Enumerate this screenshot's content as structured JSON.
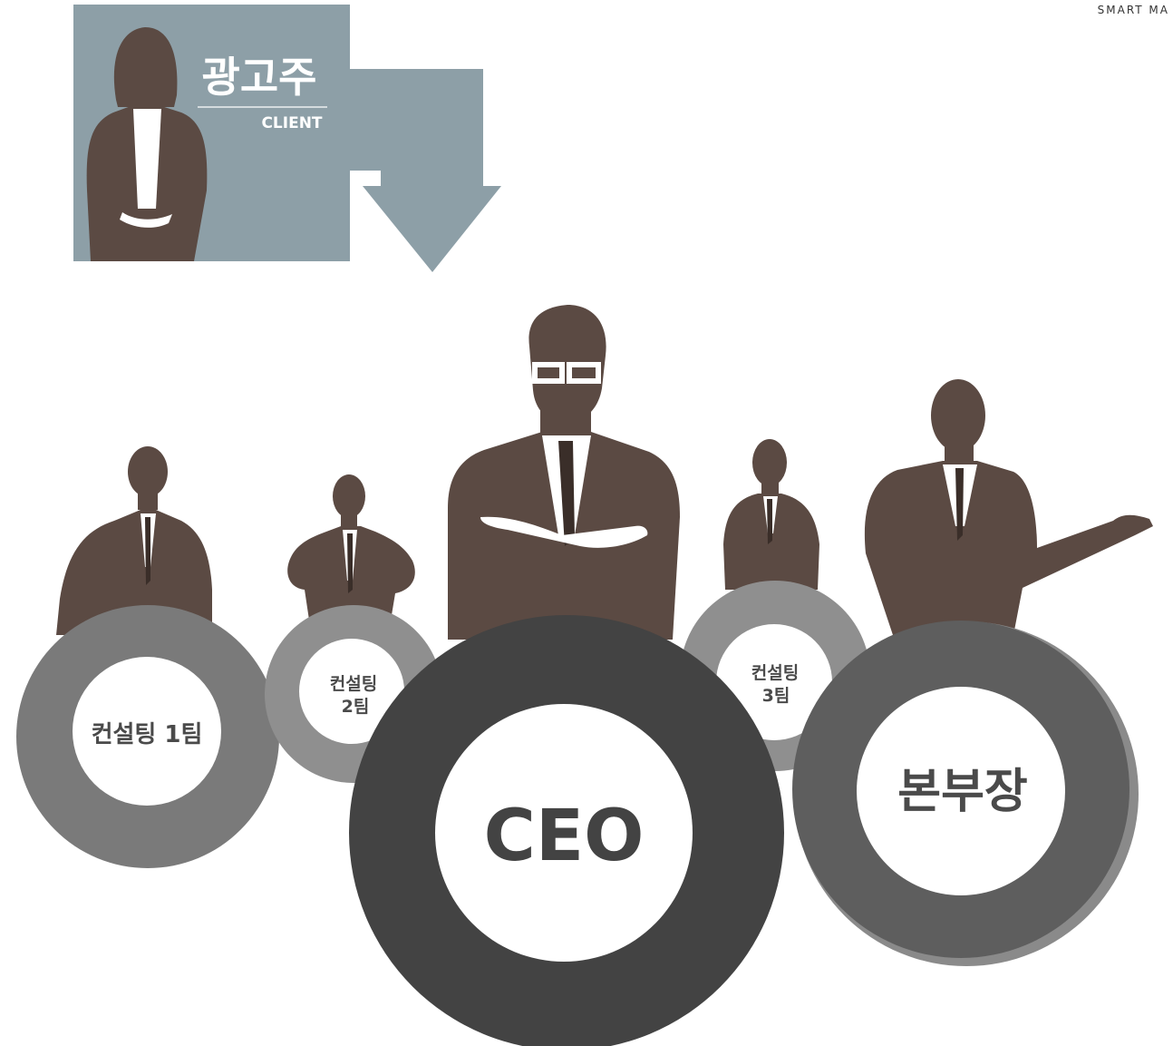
{
  "brand": {
    "text": "SMART MA"
  },
  "client": {
    "title": "광고주",
    "subtitle": "CLIENT"
  },
  "nodes": {
    "team1": {
      "label": "컨설팅 1팀"
    },
    "team2": {
      "line1": "컨설팅",
      "line2": "2팀"
    },
    "ceo": {
      "label": "CEO"
    },
    "team3": {
      "line1": "컨설팅",
      "line2": "3팀"
    },
    "director": {
      "label": "본부장"
    }
  },
  "colors": {
    "client_panel": "#8d9fa7",
    "silhouette": "#5b4a43",
    "ring_dark": "#434343",
    "ring_mid": "#5e5e5e",
    "ring_gray": "#7a7a7a",
    "ring_light": "#8f8f8f",
    "inner": "#ffffff"
  }
}
